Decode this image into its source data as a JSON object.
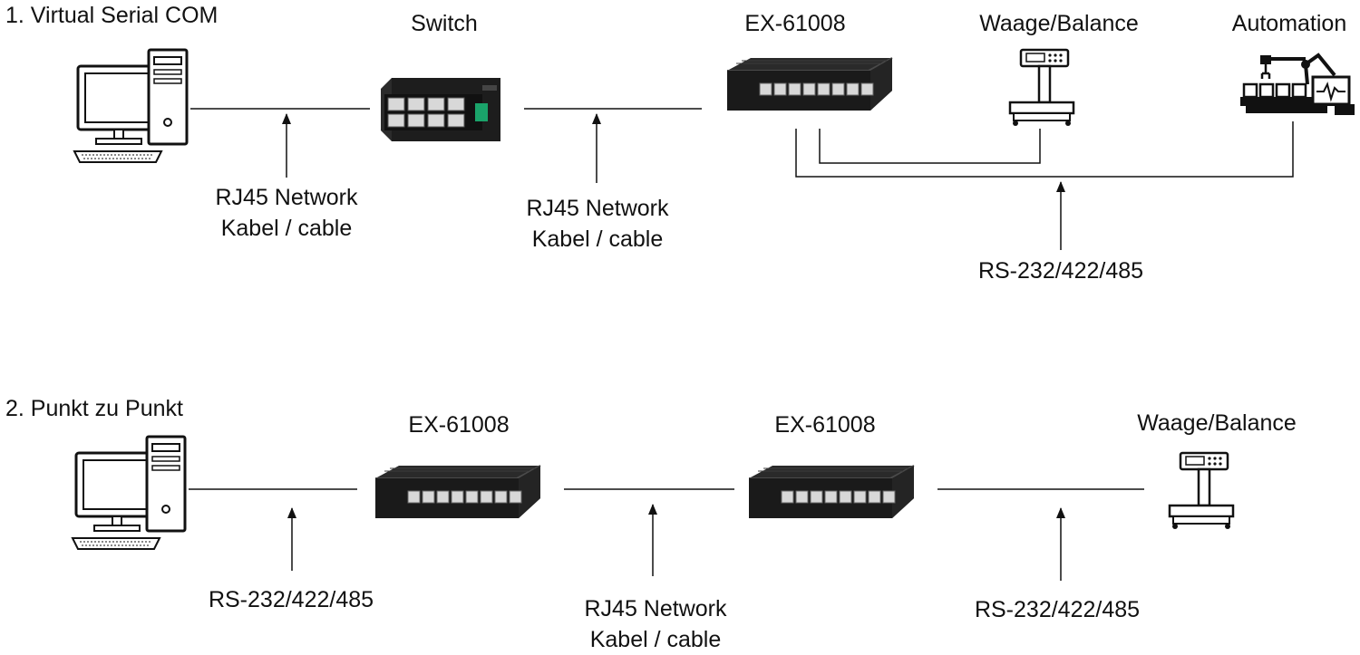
{
  "section1": {
    "title": "1. Virtual Serial COM",
    "nodes": {
      "pc": {
        "icon": "desktop-computer-icon"
      },
      "switch": {
        "label": "Switch",
        "icon": "network-switch-icon"
      },
      "converter": {
        "label": "EX-61008",
        "icon": "serial-device-server-icon"
      },
      "scale": {
        "label": "Waage/Balance",
        "icon": "weighing-scale-icon"
      },
      "automation": {
        "label": "Automation",
        "icon": "industrial-robot-icon"
      }
    },
    "links": [
      {
        "line1": "RJ45 Network",
        "line2": "Kabel / cable"
      },
      {
        "line1": "RJ45 Network",
        "line2": "Kabel / cable"
      },
      {
        "line1": "RS-232/422/485"
      }
    ]
  },
  "section2": {
    "title": "2. Punkt zu Punkt",
    "nodes": {
      "pc": {
        "icon": "desktop-computer-icon"
      },
      "converter_a": {
        "label": "EX-61008",
        "icon": "serial-device-server-icon"
      },
      "converter_b": {
        "label": "EX-61008",
        "icon": "serial-device-server-icon"
      },
      "scale": {
        "label": "Waage/Balance",
        "icon": "weighing-scale-icon"
      }
    },
    "links": [
      {
        "line1": "RS-232/422/485"
      },
      {
        "line1": "RJ45 Network",
        "line2": "Kabel / cable"
      },
      {
        "line1": "RS-232/422/485"
      }
    ]
  },
  "colors": {
    "line": "#111111",
    "device_body": "#1f1f1f",
    "port": "#d8d8d8"
  }
}
